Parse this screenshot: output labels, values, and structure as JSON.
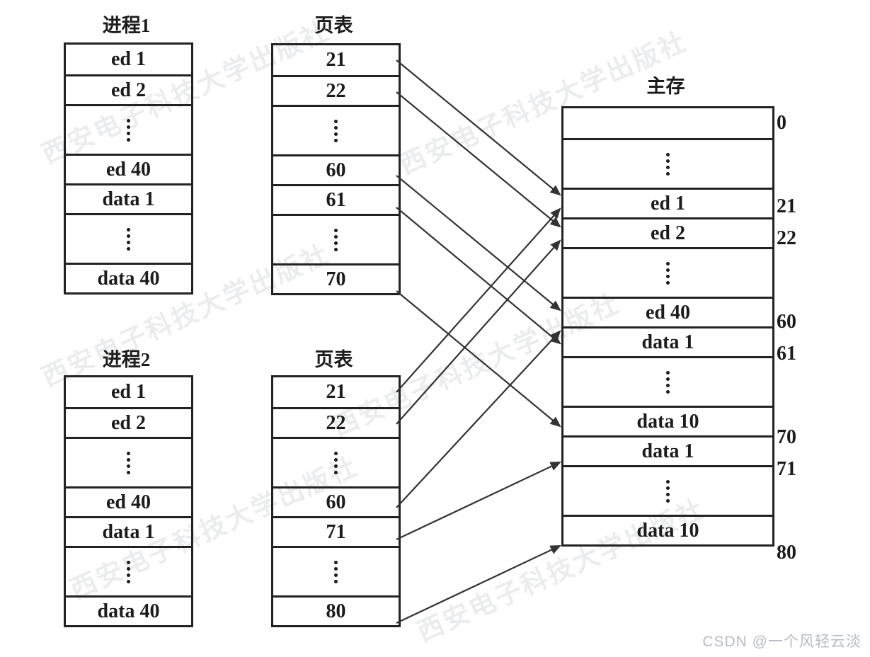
{
  "diagram": {
    "process1": {
      "title": "进程1",
      "rows": [
        "ed 1",
        "ed 2",
        "⋮",
        "ed 40",
        "data 1",
        "⋮",
        "data 40"
      ]
    },
    "pagetable1": {
      "title": "页表",
      "rows": [
        "21",
        "22",
        "⋮",
        "60",
        "61",
        "⋮",
        "70"
      ]
    },
    "process2": {
      "title": "进程2",
      "rows": [
        "ed 1",
        "ed 2",
        "⋮",
        "ed 40",
        "data 1",
        "⋮",
        "data 40"
      ]
    },
    "pagetable2": {
      "title": "页表",
      "rows": [
        "21",
        "22",
        "⋮",
        "60",
        "71",
        "⋮",
        "80"
      ]
    },
    "memory": {
      "title": "主存",
      "rows": [
        {
          "label": "",
          "addr": "0"
        },
        {
          "label": "⋮",
          "addr": ""
        },
        {
          "label": "ed 1",
          "addr": "21"
        },
        {
          "label": "ed 2",
          "addr": "22"
        },
        {
          "label": "⋮",
          "addr": ""
        },
        {
          "label": "ed 40",
          "addr": "60"
        },
        {
          "label": "data 1",
          "addr": "61"
        },
        {
          "label": "⋮",
          "addr": ""
        },
        {
          "label": "data 10",
          "addr": "70"
        },
        {
          "label": "data 1",
          "addr": "71"
        },
        {
          "label": "⋮",
          "addr": ""
        },
        {
          "label": "data 10",
          "addr": "80"
        }
      ]
    },
    "arrows": [
      {
        "from": "pagetable1",
        "entry": "21",
        "to_frame": "21"
      },
      {
        "from": "pagetable1",
        "entry": "22",
        "to_frame": "22"
      },
      {
        "from": "pagetable1",
        "entry": "60",
        "to_frame": "60"
      },
      {
        "from": "pagetable1",
        "entry": "61",
        "to_frame": "61"
      },
      {
        "from": "pagetable1",
        "entry": "70",
        "to_frame": "70"
      },
      {
        "from": "pagetable2",
        "entry": "21",
        "to_frame": "21"
      },
      {
        "from": "pagetable2",
        "entry": "22",
        "to_frame": "22"
      },
      {
        "from": "pagetable2",
        "entry": "60",
        "to_frame": "60"
      },
      {
        "from": "pagetable2",
        "entry": "71",
        "to_frame": "71"
      },
      {
        "from": "pagetable2",
        "entry": "80",
        "to_frame": "80"
      }
    ]
  },
  "watermark": {
    "press": "西安电子科技大学出版社",
    "csdn": "CSDN @一个风轻云淡"
  },
  "colors": {
    "line": "#333333",
    "text": "#1c1c1c",
    "press_watermark": "#878d92",
    "csdn_watermark": "#b8bcc0",
    "background": "#ffffff"
  }
}
